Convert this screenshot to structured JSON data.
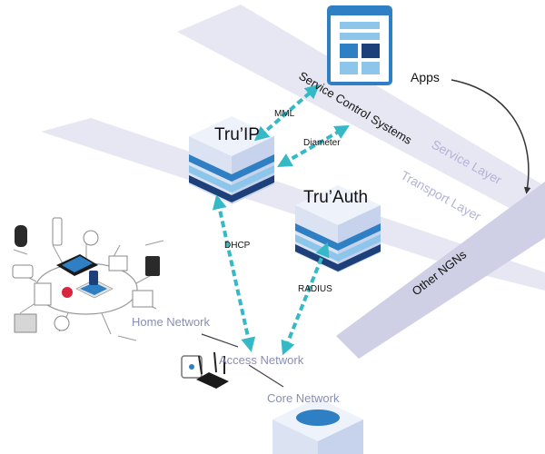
{
  "nodes": {
    "service_control": "Service Control Systems",
    "apps": "Apps",
    "tru_ip": "Tru’IP",
    "tru_auth": "Tru’Auth",
    "other_ngns": "Other NGNs"
  },
  "layers": {
    "service": "Service Layer",
    "transport": "Transport Layer"
  },
  "links": {
    "mml": "MML",
    "diameter": "Diameter",
    "dhcp": "DHCP",
    "radius": "RADIUS"
  },
  "networks": {
    "home": "Home Network",
    "access": "Access Network",
    "core": "Core Network"
  },
  "colors": {
    "band": "#e4e4f1",
    "band_dark": "#c9c9e3",
    "navy": "#1d3f7a",
    "blue": "#2f7fc4",
    "light_blue": "#8dc6ea",
    "teal_arrow": "#35b9c6",
    "layer_text": "#b3b3d6",
    "network_text": "#8a8fb2",
    "device_gray": "#8d8d8d"
  }
}
